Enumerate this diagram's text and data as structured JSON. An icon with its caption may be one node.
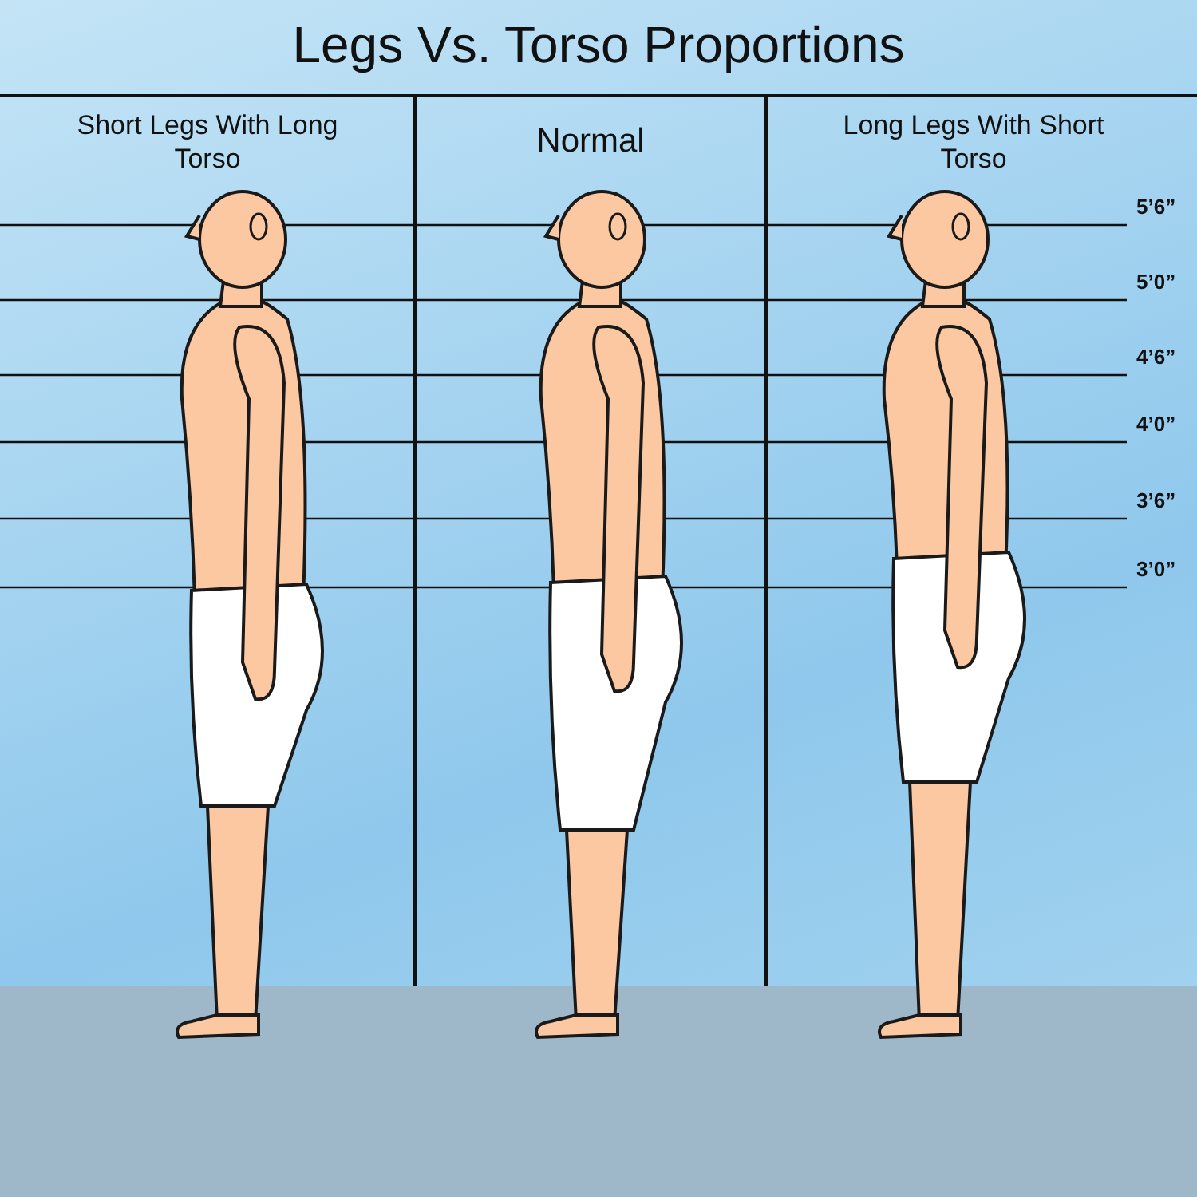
{
  "diagram": {
    "title": "Legs Vs. Torso Proportions",
    "nodes": [
      {
        "text": [
          "Short Legs With Long Torso"
        ]
      },
      {
        "text": [
          "Normal"
        ]
      },
      {
        "text": [
          "Long Legs With Short Torso"
        ]
      }
    ],
    "edges": [],
    "labels": [
      "5’6”",
      "5’0”",
      "4’6”",
      "4’0”",
      "3’6”",
      "3’0”"
    ]
  }
}
